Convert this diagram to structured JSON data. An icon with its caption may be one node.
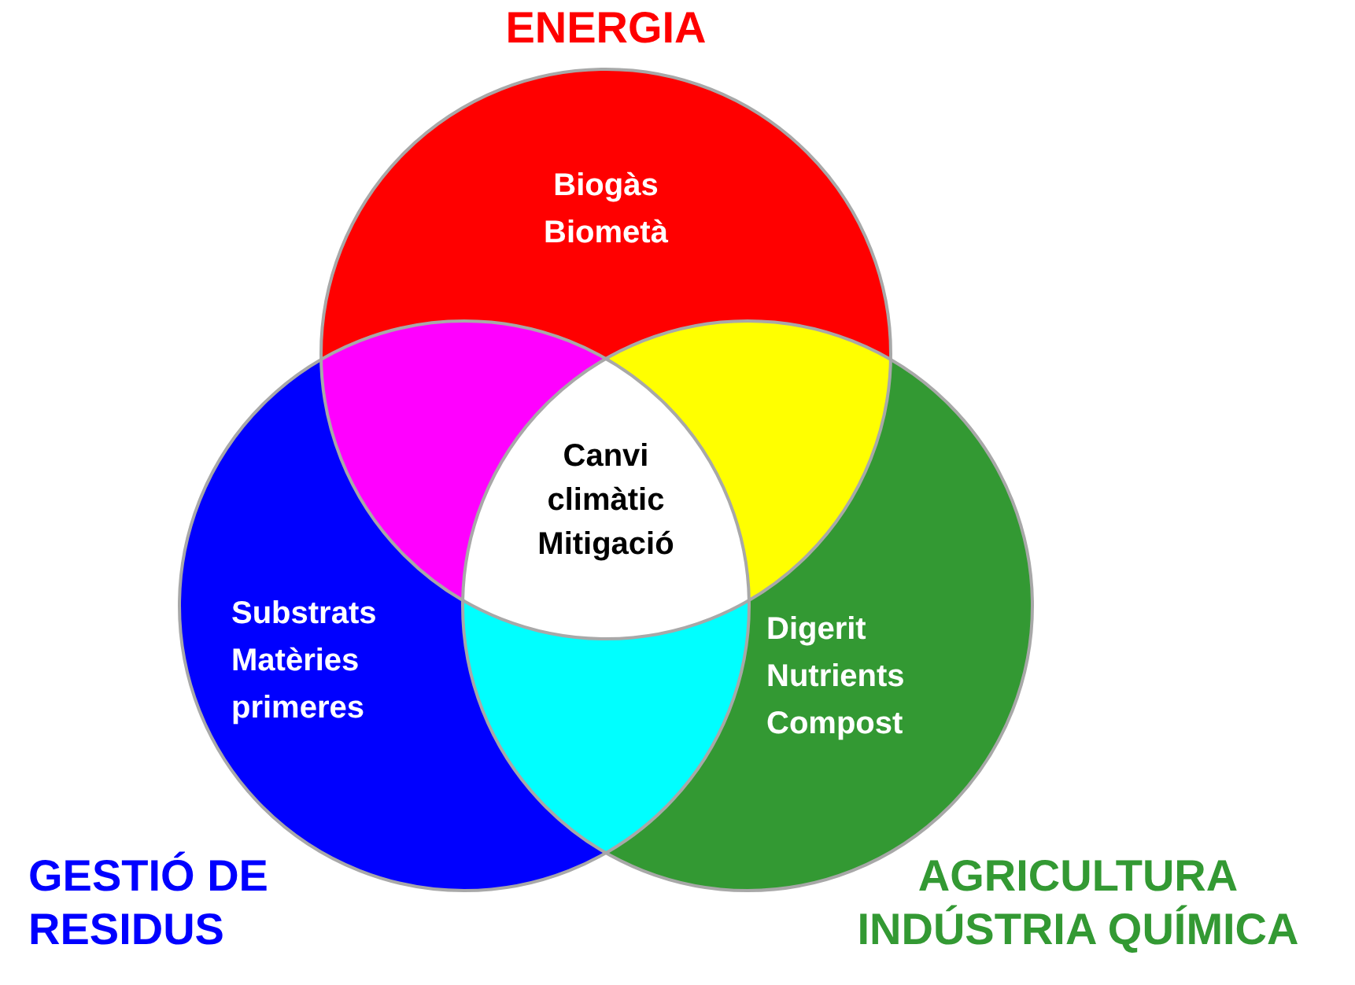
{
  "diagram": {
    "nodes": [
      {
        "text": [
          "ENERGIA",
          "Biogàs Biometà"
        ]
      },
      {
        "text": [
          "Substrats Matèries primeres",
          "GESTIÓ DE RESIDUS"
        ]
      },
      {
        "text": [
          "Digerit Nutrients Compost",
          "AGRICULTURA INDÚSTRIA QUÍMICA"
        ]
      },
      {
        "text": [
          "Canvi climàtic Mitigació"
        ]
      }
    ]
  }
}
